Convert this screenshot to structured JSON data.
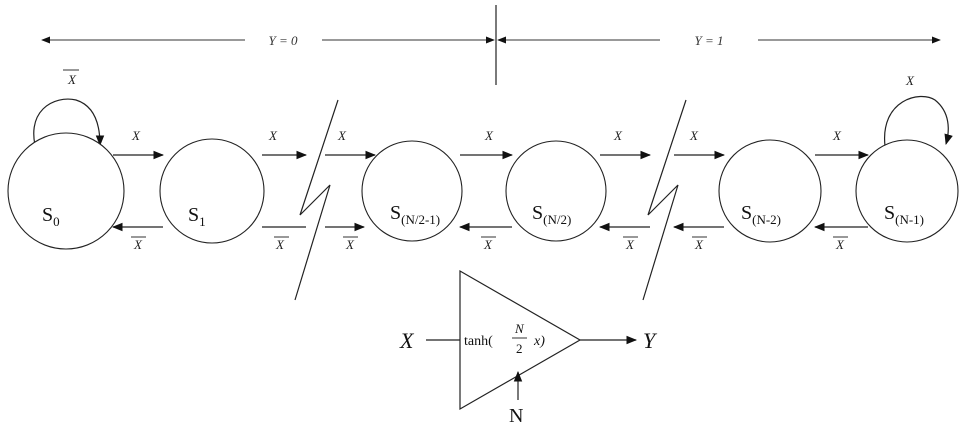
{
  "regions": {
    "left_label": "Y = 0",
    "right_label": "Y = 1"
  },
  "states": [
    {
      "base": "S",
      "sub": "0"
    },
    {
      "base": "S",
      "sub": "1"
    },
    {
      "base": "S",
      "sub": "(N/2-1)"
    },
    {
      "base": "S",
      "sub": "(N/2)"
    },
    {
      "base": "S",
      "sub": "(N-2)"
    },
    {
      "base": "S",
      "sub": "(N-1)"
    }
  ],
  "transitions": {
    "forward_label": "X",
    "backward_label": "X",
    "self_loop_left_label": "X",
    "self_loop_right_label": "X"
  },
  "amplifier": {
    "input_label": "X",
    "output_label": "Y",
    "func_prefix": "tanh(",
    "frac_num": "N",
    "frac_den": "2",
    "func_arg": "x)",
    "control_label": "N"
  }
}
